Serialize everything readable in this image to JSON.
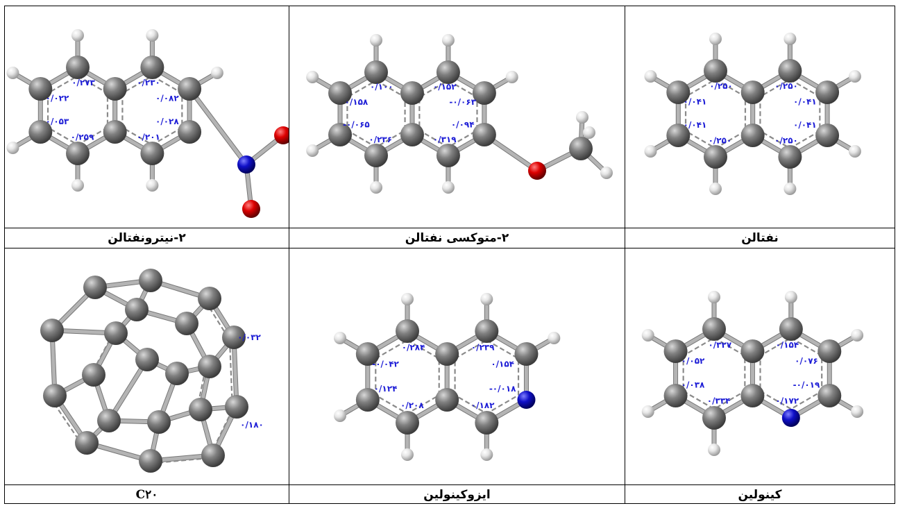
{
  "colors": {
    "carbon": "#808080",
    "hydrogen": "#e6e6e6",
    "oxygen": "#dd0000",
    "nitrogen": "#1010c8",
    "label": "#1d1dd6",
    "border": "#000000"
  },
  "panels": [
    {
      "id": "nitronaphthalene",
      "caption": "۲-نیترونفتالن",
      "labels": [
        "۰/۲۷۳",
        "۰/۲۳۰",
        "۰/۰۲۲",
        "۰/۰۸۲",
        "۰/۰۵۳",
        "۰/۰۲۸",
        "۰/۲۵۹",
        "۰/۲۰۱"
      ]
    },
    {
      "id": "methoxynaphthalene",
      "caption": "۲-متوکسی نفتالن",
      "labels": [
        "۰/۱۰۰",
        "۰/۱۵۲",
        "۰/۱۵۸",
        "-۰/۰۶۳",
        "-۰/۰۶۵",
        "۰/۰۹۴",
        "۰/۲۳۶",
        "۰/۳۱۹"
      ]
    },
    {
      "id": "naphthalene",
      "caption": "نفتالن",
      "labels": [
        "۰/۲۵۰",
        "۰/۲۵۰",
        "۰/۰۴۱",
        "۰/۰۴۱",
        "۰/۰۴۱",
        "۰/۰۴۱",
        "۰/۲۵۰",
        "۰/۲۵۰"
      ]
    },
    {
      "id": "c20",
      "caption": "C۲۰",
      "labels": [
        "۰/۰۳۲",
        "۰/۱۸۰"
      ]
    },
    {
      "id": "isoquinoline",
      "caption": "ایزوکینولین",
      "labels": [
        "۰/۲۸۴",
        "۰/۲۳۹",
        "-۰/۰۴۲",
        "۰/۱۵۴",
        "۰/۱۲۴",
        "-۰/۰۱۸",
        "۰/۲۰۸",
        "۰/۱۸۲"
      ]
    },
    {
      "id": "quinoline",
      "caption": "کینولین",
      "labels": [
        "۰/۳۲۷",
        "۰/۱۵۴",
        "۰/۰۵۲",
        "۰/۰۷۶",
        "۰/۰۳۸",
        "-۰/۰۱۹",
        "۰/۳۳۴",
        "۰/۱۷۲"
      ]
    }
  ]
}
